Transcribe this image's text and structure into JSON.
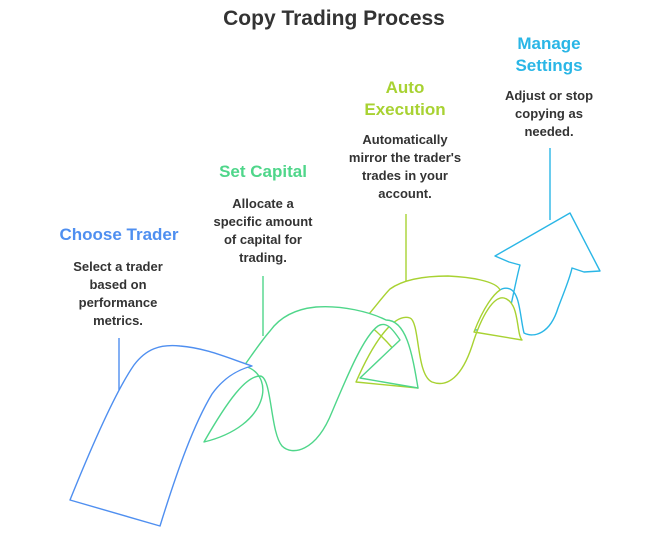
{
  "title": "Copy Trading Process",
  "colors": {
    "title_text": "#333333",
    "body_text": "#333333",
    "step1": "#4f8ff0",
    "step2": "#4fd68a",
    "step3": "#a8d232",
    "step4": "#2ab6e6"
  },
  "steps": [
    {
      "title": "Choose Trader",
      "description_lines": [
        "Select a trader",
        "based on",
        "performance",
        "metrics."
      ]
    },
    {
      "title": "Set Capital",
      "description_lines": [
        "Allocate a",
        "specific amount",
        "of capital for",
        "trading."
      ]
    },
    {
      "title_lines": [
        "Auto",
        "Execution"
      ],
      "description_lines": [
        "Automatically",
        "mirror the trader's",
        "trades in your",
        "account."
      ]
    },
    {
      "title_lines": [
        "Manage",
        "Settings"
      ],
      "description_lines": [
        "Adjust or stop",
        "copying as",
        "needed."
      ]
    }
  ],
  "final_shape_icon": "arrow-up-right-icon"
}
